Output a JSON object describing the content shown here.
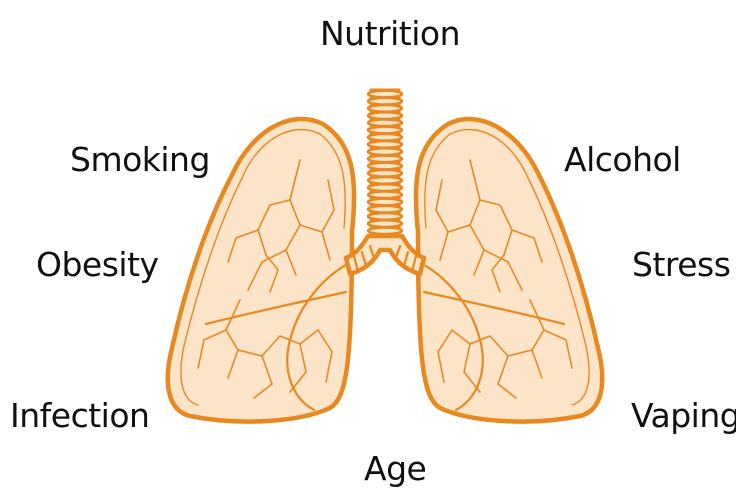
{
  "labels": {
    "top": "Nutrition",
    "upper_left": "Smoking",
    "upper_right": "Alcohol",
    "middle_left": "Obesity",
    "middle_right": "Stress",
    "lower_left": "Infection",
    "lower_right": "Vaping",
    "bottom": "Age"
  },
  "illustration": {
    "icon": "lungs-icon",
    "stroke_color": "#e8891f",
    "fill_color": "#fbe4c8"
  }
}
